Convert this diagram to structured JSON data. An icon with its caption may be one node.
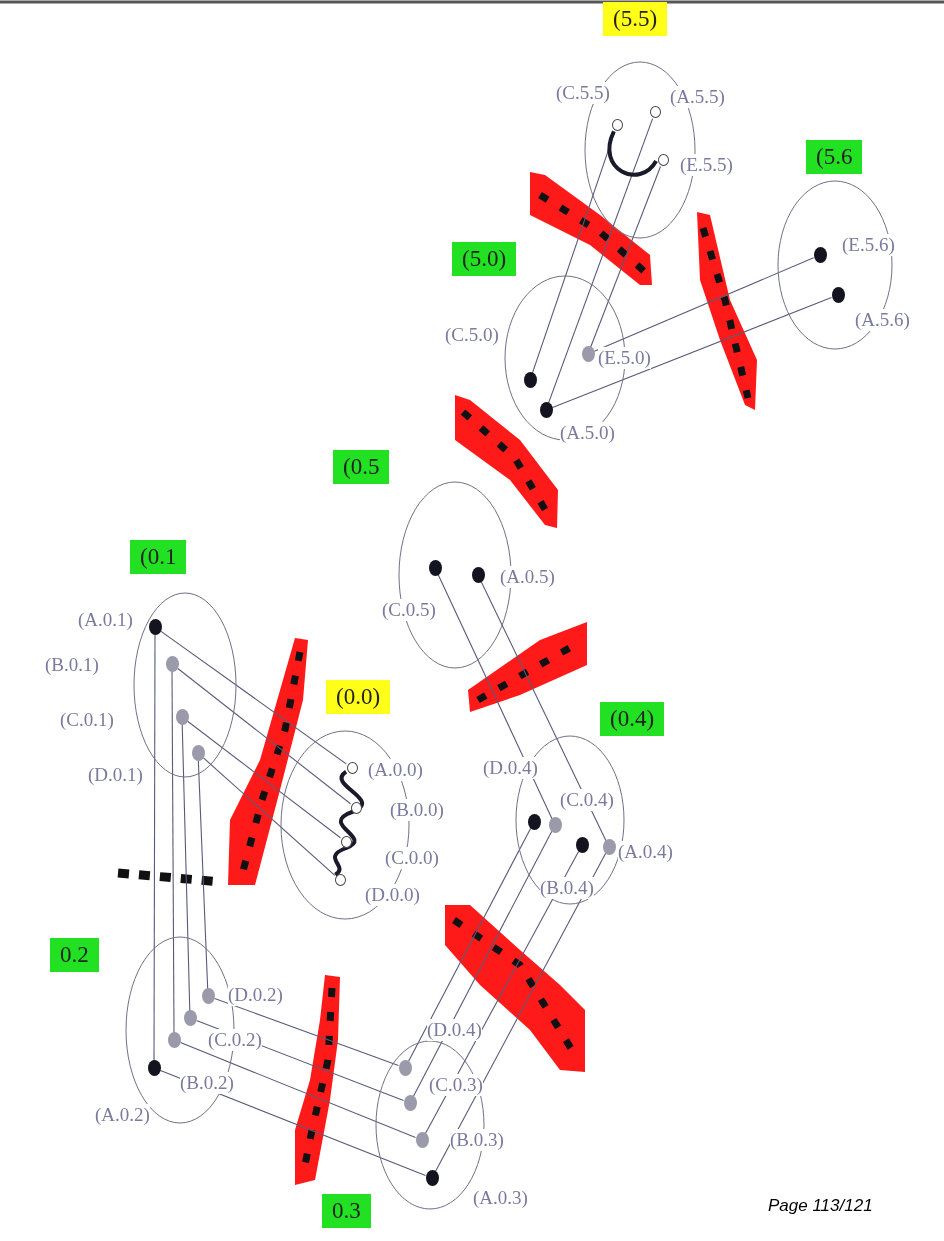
{
  "diagram": {
    "nodes": [
      {
        "text": [
          "(5.5)"
        ]
      },
      {
        "text": [],
        "shape": "circle",
        "in": 0,
        "beside": [
          "(C.5.5)"
        ]
      },
      {
        "text": [],
        "shape": "circle",
        "in": 0,
        "beside": [
          "(A.5.5)"
        ]
      },
      {
        "text": [],
        "shape": "circle",
        "in": 0,
        "beside": [
          "(E.5.5)"
        ]
      },
      {
        "text": [
          "(5.6"
        ]
      },
      {
        "text": [],
        "shape": "circle",
        "in": 4,
        "beside": [
          "(E.5.6)"
        ]
      },
      {
        "text": [],
        "shape": "circle",
        "in": 4,
        "beside": [
          "(A.5.6)"
        ]
      },
      {
        "text": [
          "(5.0)"
        ]
      },
      {
        "text": [],
        "shape": "circle",
        "in": 7,
        "beside": [
          "(E.5.0)"
        ]
      },
      {
        "text": [],
        "shape": "circle",
        "in": 7,
        "beside": [
          "(C.5.0)"
        ]
      },
      {
        "text": [],
        "shape": "circle",
        "in": 7,
        "beside": [
          "(A.5.0)"
        ]
      },
      {
        "text": [
          "(0.5"
        ]
      },
      {
        "text": [],
        "shape": "circle",
        "in": 11,
        "beside": [
          "(C.0.5)"
        ]
      },
      {
        "text": [],
        "shape": "circle",
        "in": 11,
        "beside": [
          "(A.0.5)"
        ]
      },
      {
        "text": [
          "(0.1"
        ]
      },
      {
        "text": [],
        "shape": "circle",
        "in": 14,
        "beside": [
          "(A.0.1)"
        ]
      },
      {
        "text": [],
        "shape": "circle",
        "in": 14,
        "beside": [
          "(B.0.1)"
        ]
      },
      {
        "text": [],
        "shape": "circle",
        "in": 14,
        "beside": [
          "(C.0.1)"
        ]
      },
      {
        "text": [],
        "shape": "circle",
        "in": 14,
        "beside": [
          "(D.0.1)"
        ]
      },
      {
        "text": [
          "(0.0)"
        ]
      },
      {
        "text": [],
        "shape": "circle",
        "in": 19,
        "beside": [
          "(A.0.0)"
        ]
      },
      {
        "text": [],
        "shape": "circle",
        "in": 19,
        "beside": [
          "(B.0.0)"
        ]
      },
      {
        "text": [],
        "shape": "circle",
        "in": 19,
        "beside": [
          "(C.0.0)"
        ]
      },
      {
        "text": [],
        "shape": "circle",
        "in": 19,
        "beside": [
          "(D.0.0)"
        ]
      },
      {
        "text": [
          "(0.4)"
        ]
      },
      {
        "text": [],
        "shape": "circle",
        "in": 24,
        "beside": [
          "(D.0.4)"
        ]
      },
      {
        "text": [],
        "shape": "circle",
        "in": 24,
        "beside": [
          "(C.0.4)"
        ]
      },
      {
        "text": [],
        "shape": "circle",
        "in": 24,
        "beside": [
          "(B.0.4)"
        ]
      },
      {
        "text": [],
        "shape": "circle",
        "in": 24,
        "beside": [
          "(A.0.4)"
        ]
      },
      {
        "text": [
          "0.2"
        ]
      },
      {
        "text": [],
        "shape": "circle",
        "in": 29,
        "beside": [
          "(D.0.2)"
        ]
      },
      {
        "text": [],
        "shape": "circle",
        "in": 29,
        "beside": [
          "(C.0.2)"
        ]
      },
      {
        "text": [],
        "shape": "circle",
        "in": 29,
        "beside": [
          "(B.0.2)"
        ]
      },
      {
        "text": [],
        "shape": "circle",
        "in": 29,
        "beside": [
          "(A.0.2)"
        ]
      },
      {
        "text": [
          "0.3"
        ]
      },
      {
        "text": [],
        "shape": "circle",
        "in": 34,
        "beside": [
          "(D.0.4)"
        ]
      },
      {
        "text": [],
        "shape": "circle",
        "in": 34,
        "beside": [
          "(C.0.3)"
        ]
      },
      {
        "text": [],
        "shape": "circle",
        "in": 34,
        "beside": [
          "(B.0.3)"
        ]
      },
      {
        "text": [],
        "shape": "circle",
        "in": 34,
        "beside": [
          "(A.0.3)"
        ]
      }
    ],
    "edges": [
      {
        "from": 15,
        "to": 20,
        "arrow": "none"
      },
      {
        "from": 16,
        "to": 21,
        "arrow": "none"
      },
      {
        "from": 17,
        "to": 22,
        "arrow": "none"
      },
      {
        "from": 18,
        "to": 23,
        "arrow": "none"
      },
      {
        "from": 15,
        "to": 33,
        "arrow": "none"
      },
      {
        "from": 16,
        "to": 32,
        "arrow": "none"
      },
      {
        "from": 17,
        "to": 31,
        "arrow": "none"
      },
      {
        "from": 18,
        "to": 30,
        "arrow": "none"
      },
      {
        "from": 30,
        "to": 35,
        "arrow": "none"
      },
      {
        "from": 31,
        "to": 36,
        "arrow": "none"
      },
      {
        "from": 32,
        "to": 37,
        "arrow": "none"
      },
      {
        "from": 33,
        "to": 38,
        "arrow": "none"
      },
      {
        "from": 35,
        "to": 25,
        "arrow": "none"
      },
      {
        "from": 36,
        "to": 26,
        "arrow": "none"
      },
      {
        "from": 37,
        "to": 27,
        "arrow": "none"
      },
      {
        "from": 38,
        "to": 28,
        "arrow": "none"
      },
      {
        "from": 12,
        "to": 26,
        "arrow": "none"
      },
      {
        "from": 13,
        "to": 28,
        "arrow": "none"
      },
      {
        "from": 9,
        "to": 1,
        "arrow": "none"
      },
      {
        "from": 10,
        "to": 2,
        "arrow": "none"
      },
      {
        "from": 8,
        "to": 3,
        "arrow": "none"
      },
      {
        "from": 8,
        "to": 5,
        "arrow": "none"
      },
      {
        "from": 10,
        "to": 6,
        "arrow": "none"
      },
      {
        "from": 20,
        "to": 23,
        "arrow": "none",
        "style": "thick"
      },
      {
        "from": 1,
        "to": 3,
        "arrow": "none",
        "style": "thick"
      }
    ],
    "labels": [
      "Page 113/121"
    ]
  }
}
